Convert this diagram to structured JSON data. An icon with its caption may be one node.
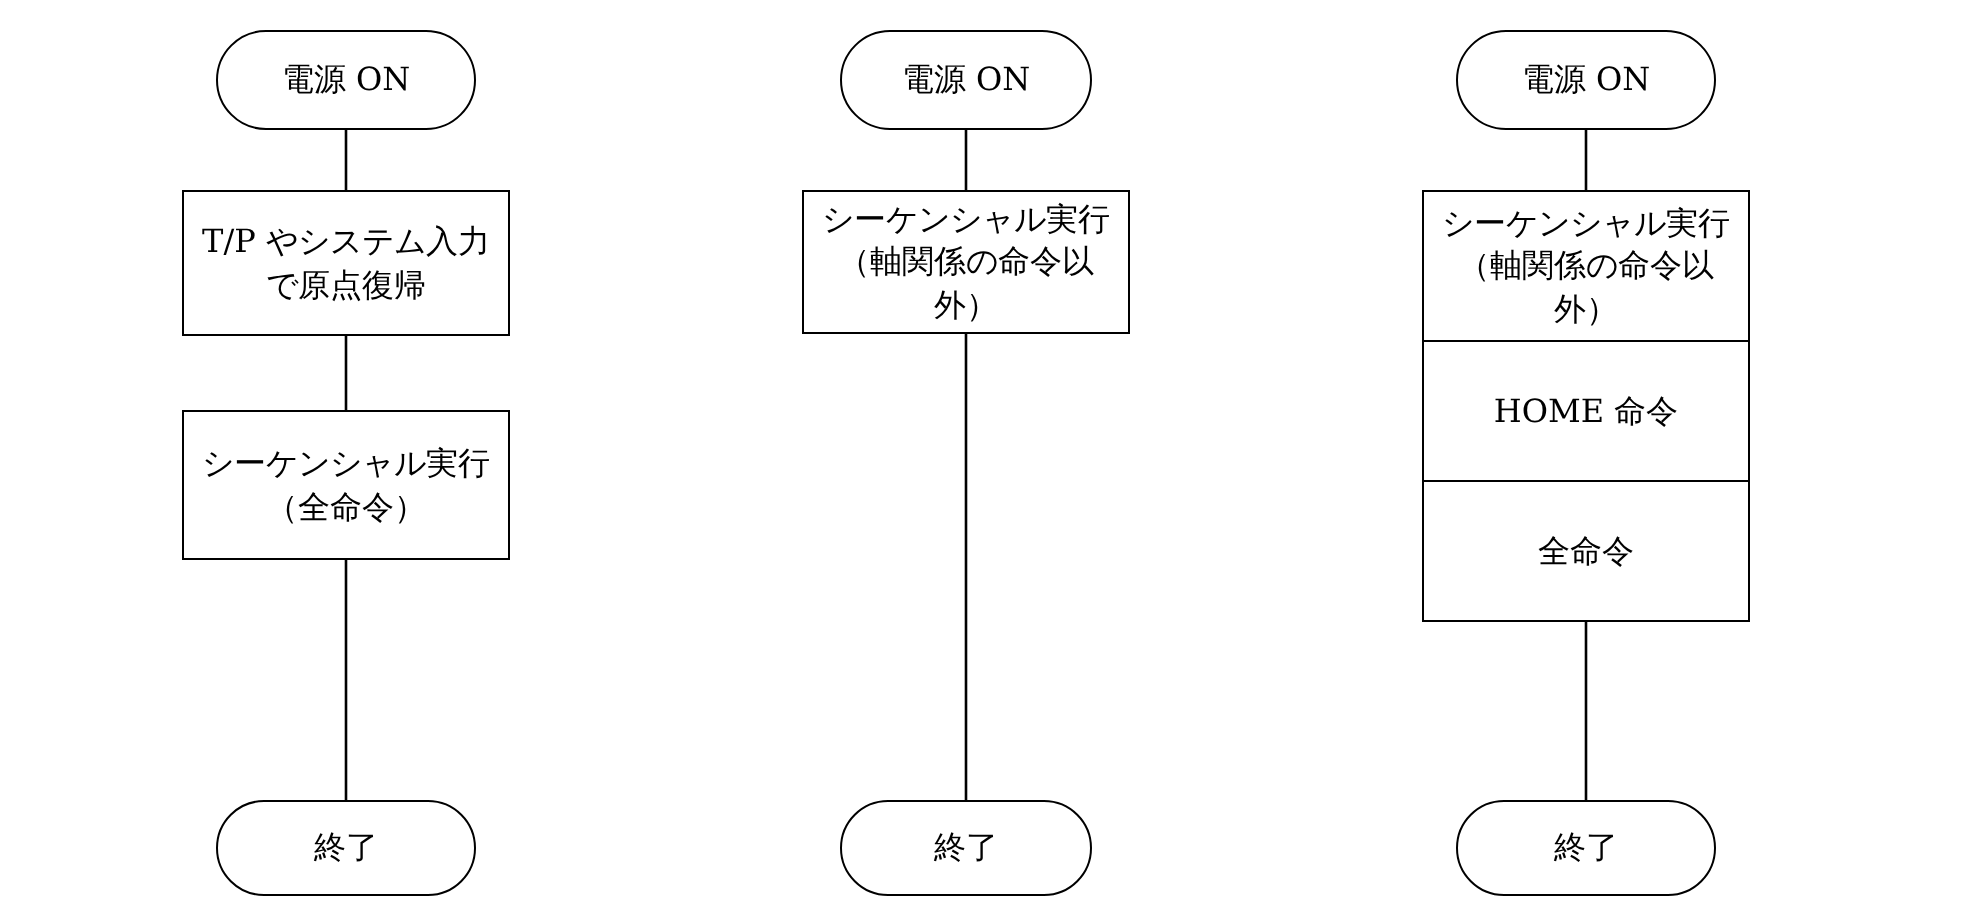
{
  "diagram": {
    "nodes": [
      {
        "text": [
          "電源 ON"
        ]
      },
      {
        "text": [
          "T/P やシステム入力で原点復帰"
        ]
      },
      {
        "text": [
          "シーケンシャル実行（全命令）"
        ]
      },
      {
        "text": [
          "終了"
        ]
      },
      {
        "text": [
          "電源 ON"
        ]
      },
      {
        "text": [
          "シーケンシャル実行（軸関係の命令以外）"
        ]
      },
      {
        "text": [
          "終了"
        ]
      },
      {
        "text": [
          "電源 ON"
        ]
      },
      {
        "text": [
          "シーケンシャル実行（軸関係の命令以外）"
        ]
      },
      {
        "text": [
          "HOME 命令"
        ]
      },
      {
        "text": [
          "全命令"
        ]
      },
      {
        "text": [
          "終了"
        ]
      }
    ],
    "edges": [
      {
        "from": 0,
        "to": 1,
        "arrow": "none"
      },
      {
        "from": 1,
        "to": 2,
        "arrow": "none"
      },
      {
        "from": 2,
        "to": 3,
        "arrow": "none"
      },
      {
        "from": 4,
        "to": 5,
        "arrow": "none"
      },
      {
        "from": 5,
        "to": 6,
        "arrow": "none"
      },
      {
        "from": 7,
        "to": 8,
        "arrow": "none"
      },
      {
        "from": 10,
        "to": 11,
        "arrow": "none"
      }
    ]
  }
}
